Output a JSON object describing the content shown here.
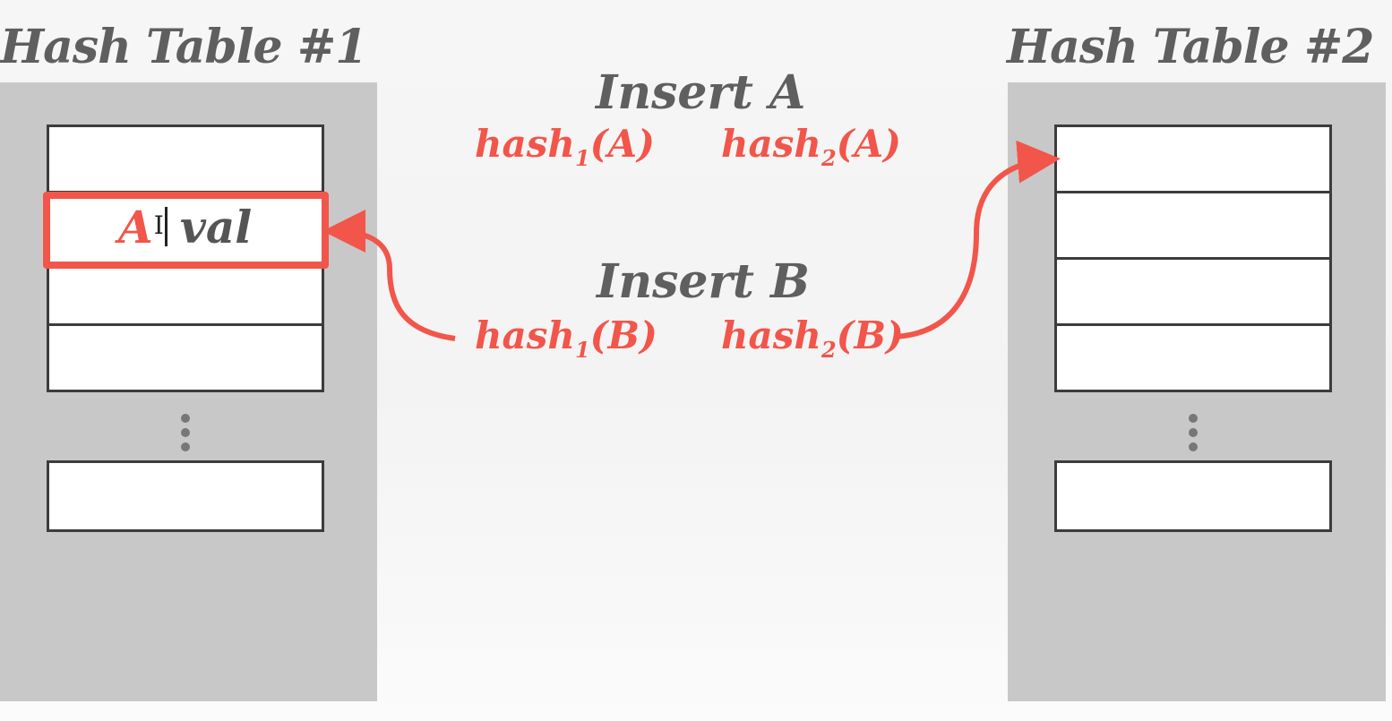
{
  "tables": {
    "left": {
      "title": "Hash Table #1"
    },
    "right": {
      "title": "Hash Table #2"
    }
  },
  "entry": {
    "key": "A",
    "cursor": "I",
    "value": "val"
  },
  "operations": [
    {
      "label": "Insert A",
      "fn1": {
        "name": "hash",
        "sub": "1",
        "arg": "(A)"
      },
      "fn2": {
        "name": "hash",
        "sub": "2",
        "arg": "(A)"
      }
    },
    {
      "label": "Insert B",
      "fn1": {
        "name": "hash",
        "sub": "1",
        "arg": "(B)"
      },
      "fn2": {
        "name": "hash",
        "sub": "2",
        "arg": "(B)"
      }
    }
  ],
  "colors": {
    "accent": "#f2554a",
    "panel": "#c8c8c8",
    "text": "#5f5f5f",
    "border": "#3c3c3c"
  }
}
